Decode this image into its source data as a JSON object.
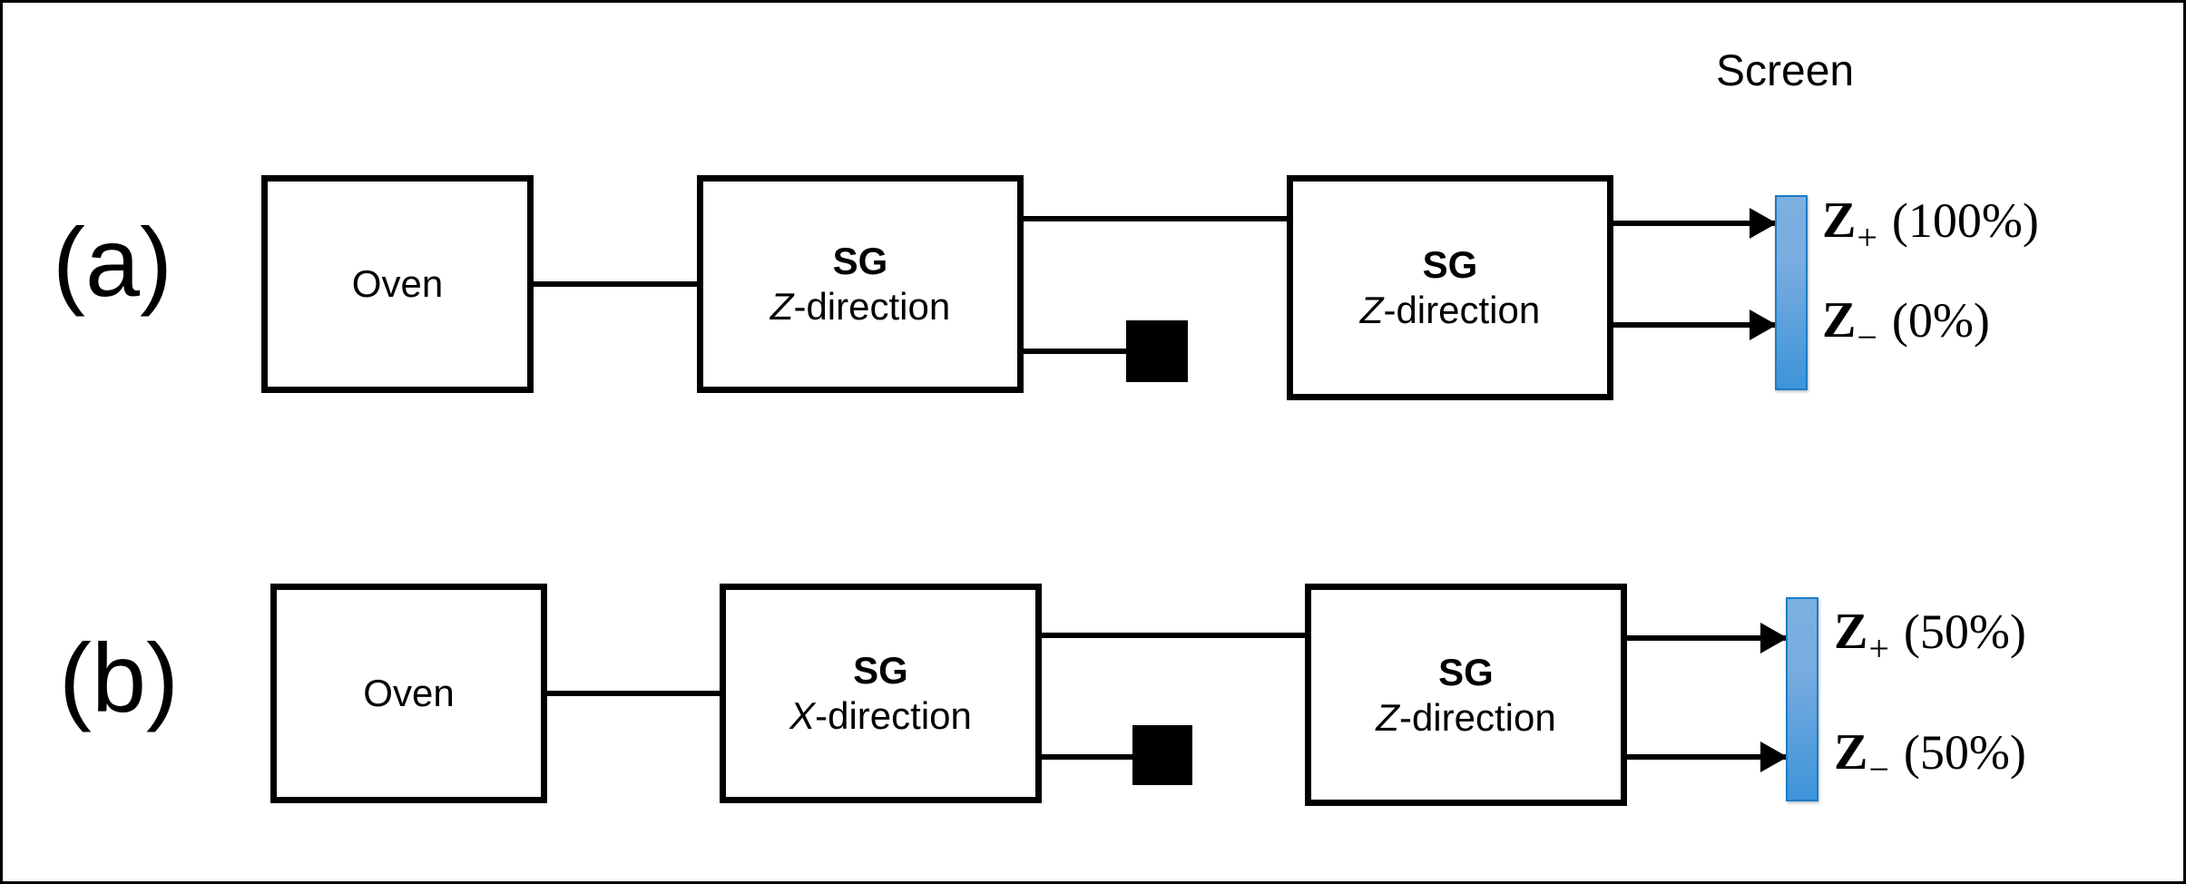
{
  "figure": {
    "title": "Stern-Gerlach sequential experiment schematic",
    "background_color": "#ffffff",
    "border_color": "#000000",
    "screen_color_top": "#7cb0e0",
    "screen_color_bottom": "#3d94d9",
    "screen_outline_color": "#1d7cc4",
    "line_color": "#000000",
    "blocker_color": "#000000"
  },
  "screen_caption": "Screen",
  "panels": [
    {
      "letter": "(a)",
      "source": {
        "label": "Oven"
      },
      "analyzer_1": {
        "title": "SG",
        "axis": "Z",
        "direction_suffix": "-direction"
      },
      "analyzer_2": {
        "title": "SG",
        "axis": "Z",
        "direction_suffix": "-direction"
      },
      "blocker": {
        "name": "beam-blocker"
      },
      "outcomes": [
        {
          "symbol": "Z",
          "sign": "+",
          "probability": "(100%)"
        },
        {
          "symbol": "Z",
          "sign": "−",
          "probability": "(0%)"
        }
      ]
    },
    {
      "letter": "(b)",
      "source": {
        "label": "Oven"
      },
      "analyzer_1": {
        "title": "SG",
        "axis": "X",
        "direction_suffix": "-direction"
      },
      "analyzer_2": {
        "title": "SG",
        "axis": "Z",
        "direction_suffix": "-direction"
      },
      "blocker": {
        "name": "beam-blocker"
      },
      "outcomes": [
        {
          "symbol": "Z",
          "sign": "+",
          "probability": "(50%)"
        },
        {
          "symbol": "Z",
          "sign": "−",
          "probability": "(50%)"
        }
      ]
    }
  ]
}
